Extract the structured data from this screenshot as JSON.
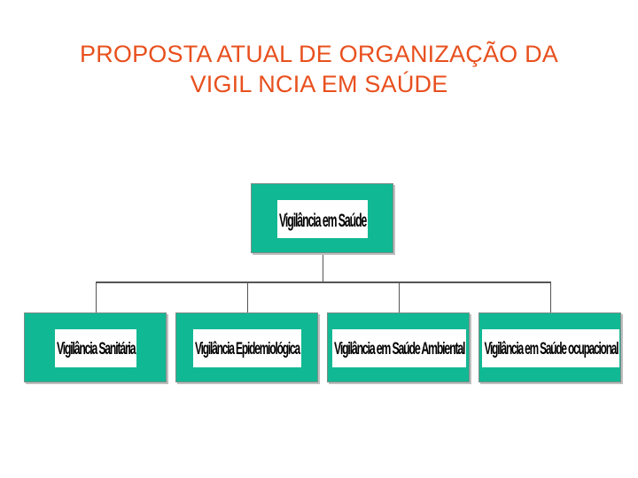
{
  "title": {
    "line1": "PROPOSTA ATUAL DE ORGANIZAÇÃO DA",
    "line2": "VIGIL NCIA EM SAÚDE"
  },
  "diagram": {
    "root": {
      "label": "Vigilância em Saúde"
    },
    "children": [
      {
        "label": "Vigilância Sanitária"
      },
      {
        "label": "Vigilância Epidemiológica"
      },
      {
        "label": "Vigilância em Saúde Ambiental"
      },
      {
        "label": "Vigilância em Saúde ocupacional"
      }
    ]
  },
  "colors": {
    "title": "#e8501e",
    "box_fill": "#11b894",
    "label_bg": "#ffffff",
    "connector": "#555555"
  }
}
